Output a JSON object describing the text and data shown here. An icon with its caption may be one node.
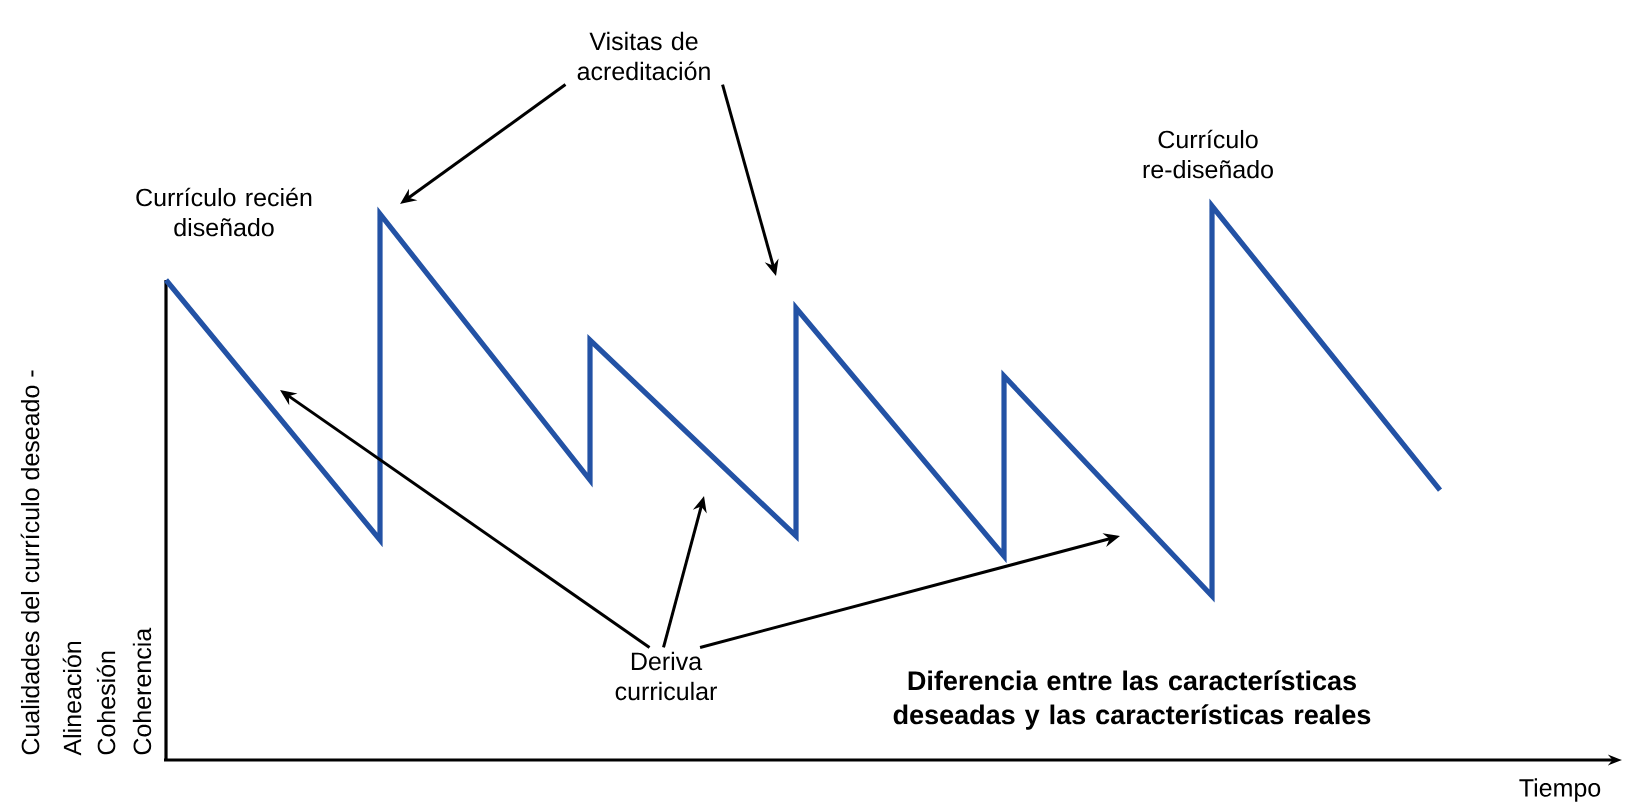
{
  "diagram": {
    "nodes": [
      {
        "text": [
          "Visitas de acreditación"
        ]
      },
      {
        "text": [
          "Deriva curricular"
        ]
      }
    ],
    "edges": [
      {
        "from": 0,
        "to": null,
        "arrow": "to"
      },
      {
        "from": 0,
        "to": null,
        "arrow": "to"
      },
      {
        "from": 1,
        "to": null,
        "arrow": "to"
      },
      {
        "from": 1,
        "to": null,
        "arrow": "to"
      },
      {
        "from": 1,
        "to": null,
        "arrow": "to"
      }
    ],
    "labels": [
      "Currículo recién diseñado",
      "Currículo re-diseñado",
      "Cualidades del currículo deseado -",
      "Alineación",
      "Cohesión",
      "Coherencia",
      "Diferencia entre las características deseadas y las características reales",
      "Tiempo"
    ]
  }
}
